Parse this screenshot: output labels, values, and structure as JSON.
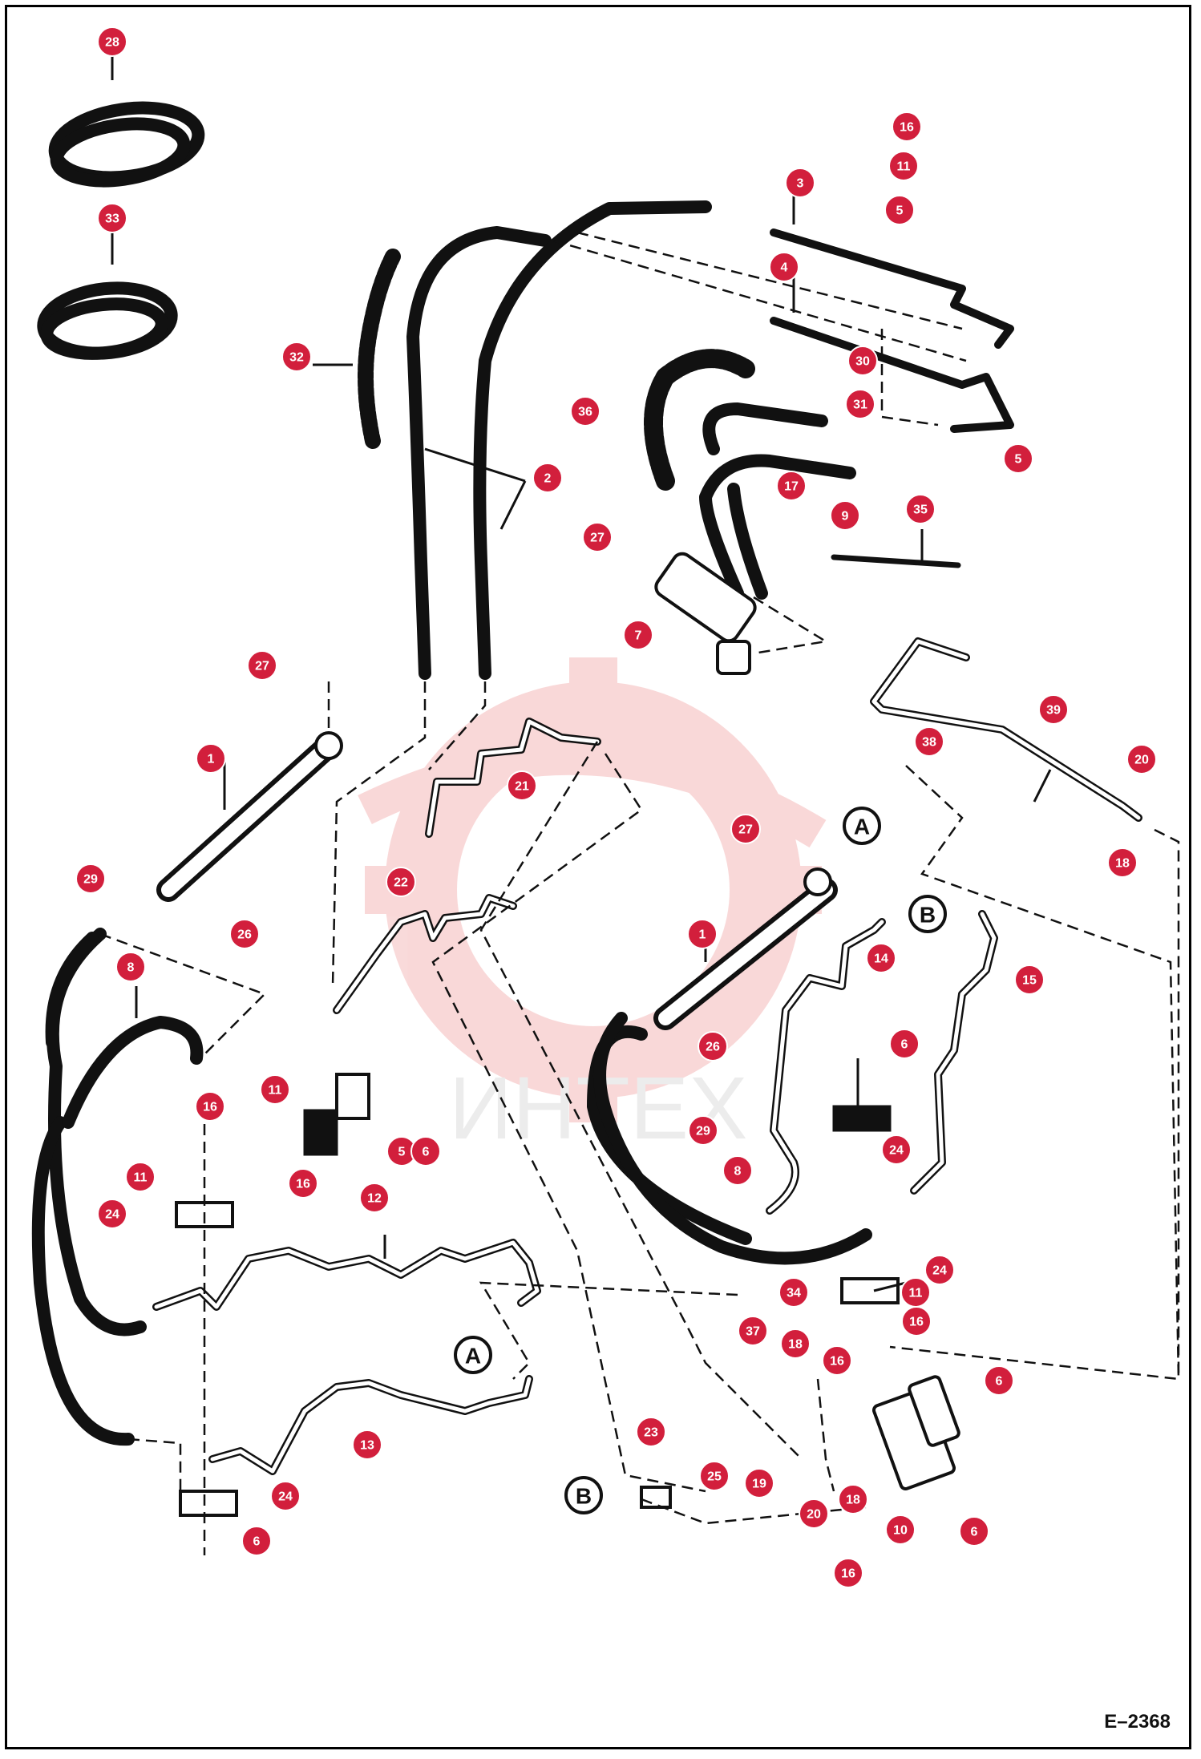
{
  "drawing_code": "E–2368",
  "watermark_text": "ИНТЕХ",
  "flags": [
    {
      "id": "flag-a-upper",
      "label": "A"
    },
    {
      "id": "flag-a-lower",
      "label": "A"
    },
    {
      "id": "flag-b-upper",
      "label": "B"
    },
    {
      "id": "flag-b-lower",
      "label": "B"
    }
  ],
  "callouts": [
    "28",
    "33",
    "32",
    "2",
    "36",
    "3",
    "4",
    "30",
    "31",
    "16",
    "11",
    "5",
    "5",
    "17",
    "9",
    "35",
    "27",
    "7",
    "27",
    "1",
    "21",
    "22",
    "29",
    "26",
    "8",
    "11",
    "16",
    "16",
    "11",
    "5",
    "6",
    "24",
    "12",
    "13",
    "24",
    "6",
    "27",
    "1",
    "26",
    "29",
    "8",
    "14",
    "15",
    "38",
    "39",
    "20",
    "18",
    "6",
    "24",
    "24",
    "11",
    "16",
    "34",
    "37",
    "18",
    "16",
    "6",
    "23",
    "25",
    "19",
    "20",
    "18",
    "10",
    "16",
    "6"
  ],
  "colors": {
    "callout_fill": "#d21f3c",
    "line": "#111111",
    "background": "#ffffff",
    "watermark": "#f3c9c9"
  }
}
